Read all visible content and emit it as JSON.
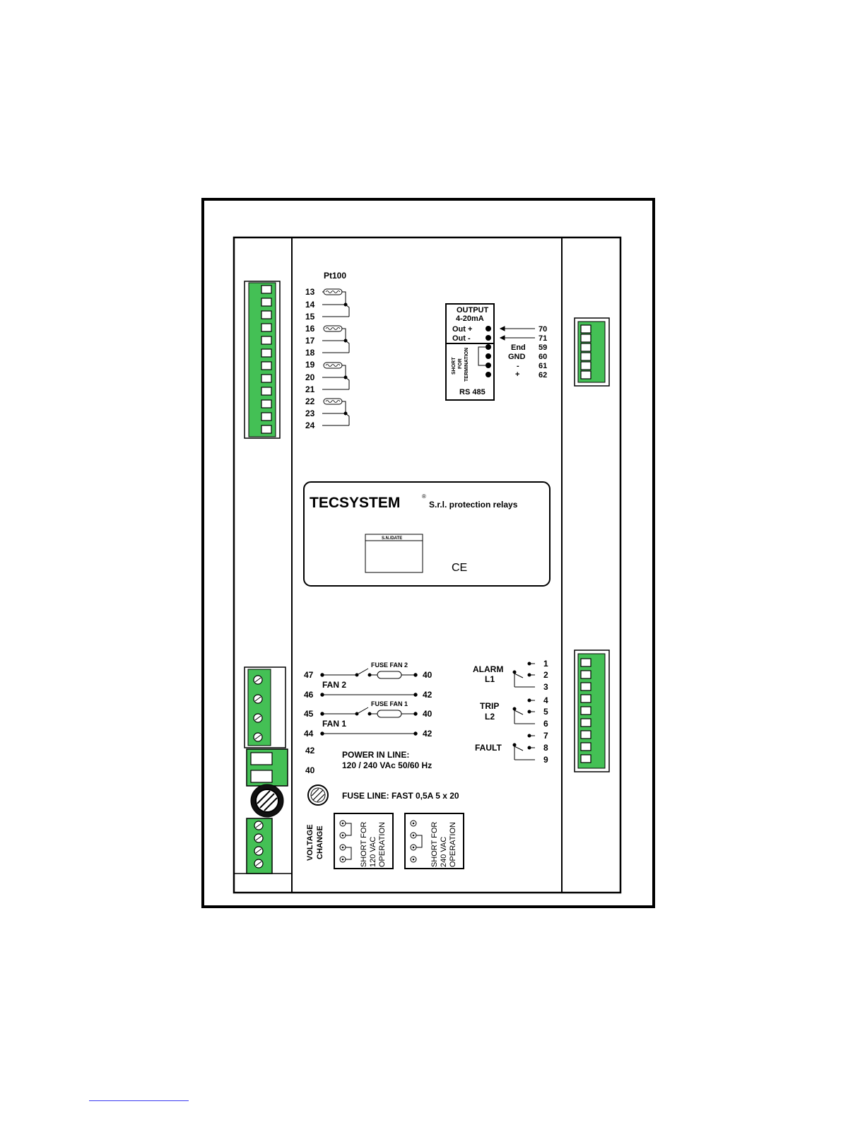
{
  "pt100": {
    "title": "Pt100",
    "terminals": [
      "13",
      "14",
      "15",
      "16",
      "17",
      "18",
      "19",
      "20",
      "21",
      "22",
      "23",
      "24"
    ]
  },
  "output": {
    "title": "OUTPUT",
    "subtitle": "4-20mA",
    "out_plus": "Out  +",
    "out_minus": "Out  -",
    "terminal_70": "70",
    "terminal_71": "71"
  },
  "rs485": {
    "short_line1": "SHORT",
    "short_line2": "FOR",
    "short_line3": "TERMINATION",
    "title": "RS 485",
    "end_label": "End",
    "gnd_label": "GND",
    "minus_label": "-",
    "plus_label": "+",
    "terminals": [
      "59",
      "60",
      "61",
      "62"
    ]
  },
  "label_plate": {
    "brand": "TECSYSTEM",
    "brand_suffix": "S.r.l. protection relays",
    "registered_mark": "®",
    "sn_date": "S.N./DATE",
    "ce_mark": "CE"
  },
  "fans": {
    "fan2_label": "FAN 2",
    "fan1_label": "FAN 1",
    "fuse_fan2": "FUSE FAN 2",
    "fuse_fan1": "FUSE FAN 1",
    "t47": "47",
    "t46": "46",
    "t45": "45",
    "t44": "44",
    "t42a": "42",
    "t40a": "40",
    "r40a": "40",
    "r42a": "42",
    "r40b": "40",
    "r42b": "42"
  },
  "power": {
    "title": "POWER IN LINE:",
    "spec": "120 / 240 VAc 50/60 Hz",
    "fuse_line": "FUSE LINE: FAST 0,5A 5 x 20"
  },
  "relays": {
    "alarm_l1": "ALARM",
    "alarm_l1_sub": "L1",
    "trip_l2": "TRIP",
    "trip_l2_sub": "L2",
    "fault": "FAULT",
    "terminals": [
      "1",
      "2",
      "3",
      "4",
      "5",
      "6",
      "7",
      "8",
      "9"
    ]
  },
  "voltage": {
    "title_line1": "VOLTAGE",
    "title_line2": "CHANGE",
    "box120_line1": "SHORT FOR",
    "box120_line2": "120 VAC",
    "box120_line3": "OPERATION",
    "box240_line1": "SHORT FOR",
    "box240_line2": "240 VAC",
    "box240_line3": "OPERATION"
  },
  "colors": {
    "connector_green": "#44c055",
    "line": "#000000"
  }
}
